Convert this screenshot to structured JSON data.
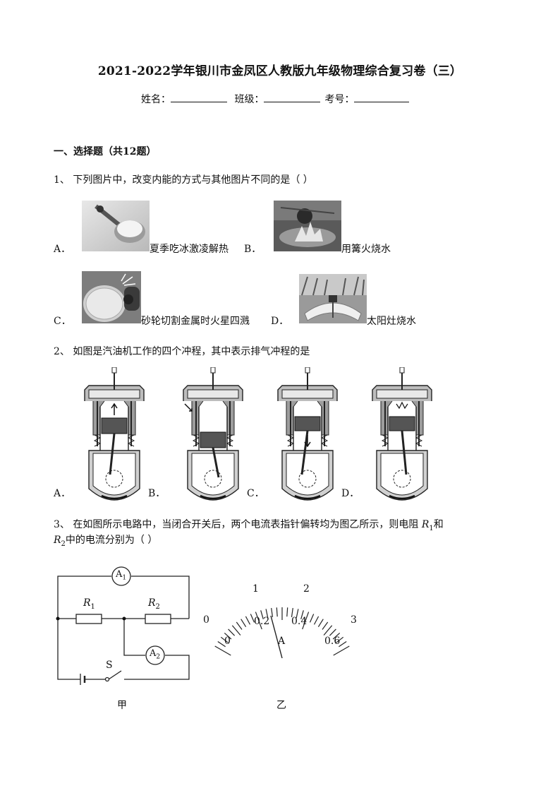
{
  "header": {
    "title": "2021-2022学年银川市金凤区人教版九年级物理综合复习卷（三）",
    "name_label": "姓名：",
    "class_label": "班级：",
    "exam_label": "考号："
  },
  "section1": {
    "heading": "一、选择题（共12题）"
  },
  "q1": {
    "stem": "1、  下列图片中，改变内能的方式与其他图片不同的是（        ）",
    "a_letter": "A．",
    "a_text": "夏季吃冰激凌解热",
    "b_letter": "B．",
    "b_text": "用篝火烧水",
    "c_letter": "C．",
    "c_text": "砂轮切割金属时火星四溅",
    "d_letter": "D．",
    "d_text": "太阳灶烧水"
  },
  "q2": {
    "stem": "2、  如图是汽油机工作的四个冲程，其中表示排气冲程的是",
    "letters": [
      "A．",
      "B．",
      "C．",
      "D．"
    ]
  },
  "q3": {
    "stem_line1_a": "3、  在如图所示电路中，当闭合开关后，两个电流表指针偏转均为图乙所示，则电阻",
    "r1": "R",
    "r1_sub": "1",
    "and": "和",
    "r2": "R",
    "r2_sub": "2",
    "stem_line2_b": "中的电流分别为（        ）",
    "circuit": {
      "a1": "A",
      "a1_sub": "1",
      "a2": "A",
      "a2_sub": "2",
      "r1": "R",
      "r1_sub": "1",
      "r2": "R",
      "r2_sub": "2",
      "switch": "S",
      "caption": "甲"
    },
    "meter": {
      "top_labels": [
        "0",
        "1",
        "2",
        "3"
      ],
      "bottom_labels": [
        "0",
        "0.2",
        "0.4",
        "0.6"
      ],
      "unit": "A",
      "caption": "乙"
    }
  }
}
